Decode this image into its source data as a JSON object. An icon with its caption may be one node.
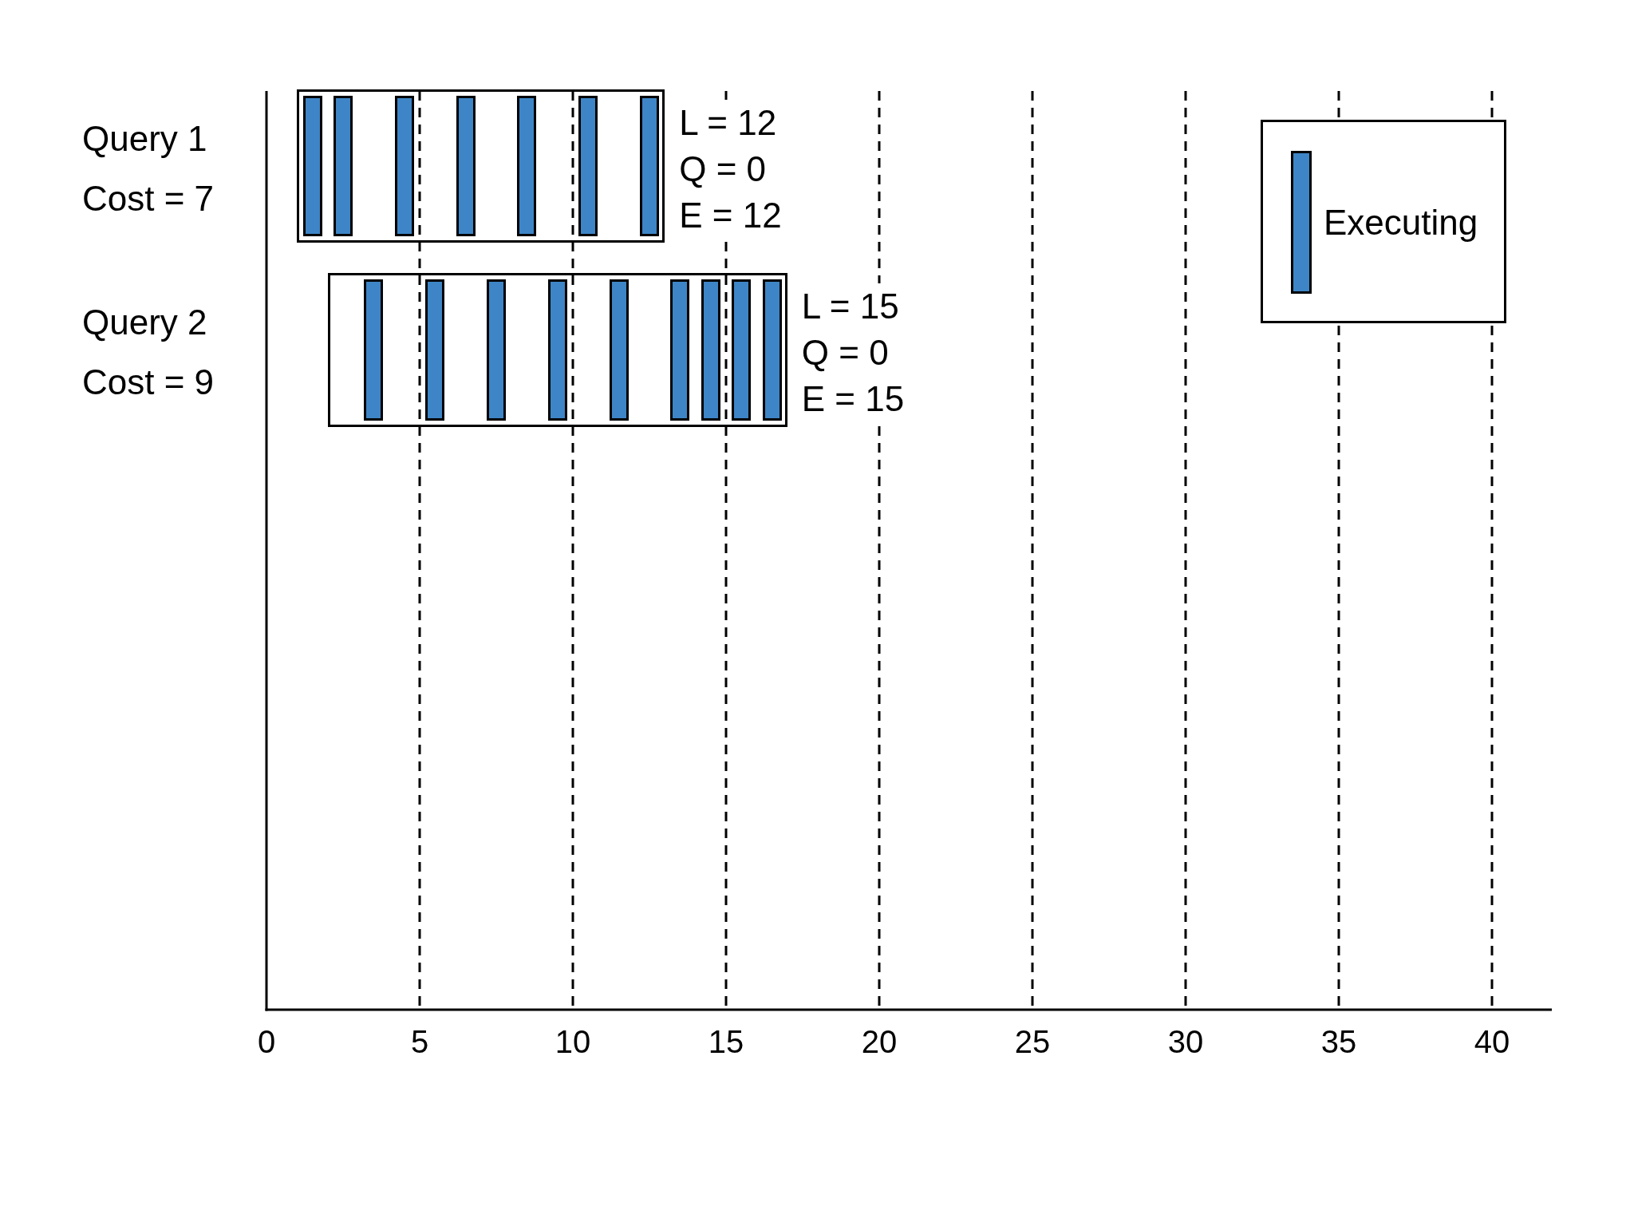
{
  "diagram": {
    "nodes": [
      {
        "text": [],
        "shape": "box",
        "beside": [
          "Query 1",
          "Cost = 7",
          "L = 12",
          "Q = 0",
          "E = 12"
        ]
      },
      {
        "text": [],
        "shape": "bar",
        "in": 0
      },
      {
        "text": [],
        "shape": "bar",
        "in": 0
      },
      {
        "text": [],
        "shape": "bar",
        "in": 0
      },
      {
        "text": [],
        "shape": "bar",
        "in": 0
      },
      {
        "text": [],
        "shape": "bar",
        "in": 0
      },
      {
        "text": [],
        "shape": "bar",
        "in": 0
      },
      {
        "text": [],
        "shape": "bar",
        "in": 0
      },
      {
        "text": [],
        "shape": "box",
        "beside": [
          "Query 2",
          "Cost = 9",
          "L = 15",
          "Q = 0",
          "E = 15"
        ]
      },
      {
        "text": [],
        "shape": "bar",
        "in": 8
      },
      {
        "text": [],
        "shape": "bar",
        "in": 8
      },
      {
        "text": [],
        "shape": "bar",
        "in": 8
      },
      {
        "text": [],
        "shape": "bar",
        "in": 8
      },
      {
        "text": [],
        "shape": "bar",
        "in": 8
      },
      {
        "text": [],
        "shape": "bar",
        "in": 8
      },
      {
        "text": [],
        "shape": "bar",
        "in": 8
      },
      {
        "text": [],
        "shape": "bar",
        "in": 8
      },
      {
        "text": [],
        "shape": "bar",
        "in": 8
      }
    ],
    "labels": [
      "0",
      "5",
      "10",
      "15",
      "20",
      "25",
      "30",
      "35",
      "40"
    ],
    "legend": [
      {
        "text": "Executing",
        "color": "#3d85c6"
      }
    ]
  }
}
